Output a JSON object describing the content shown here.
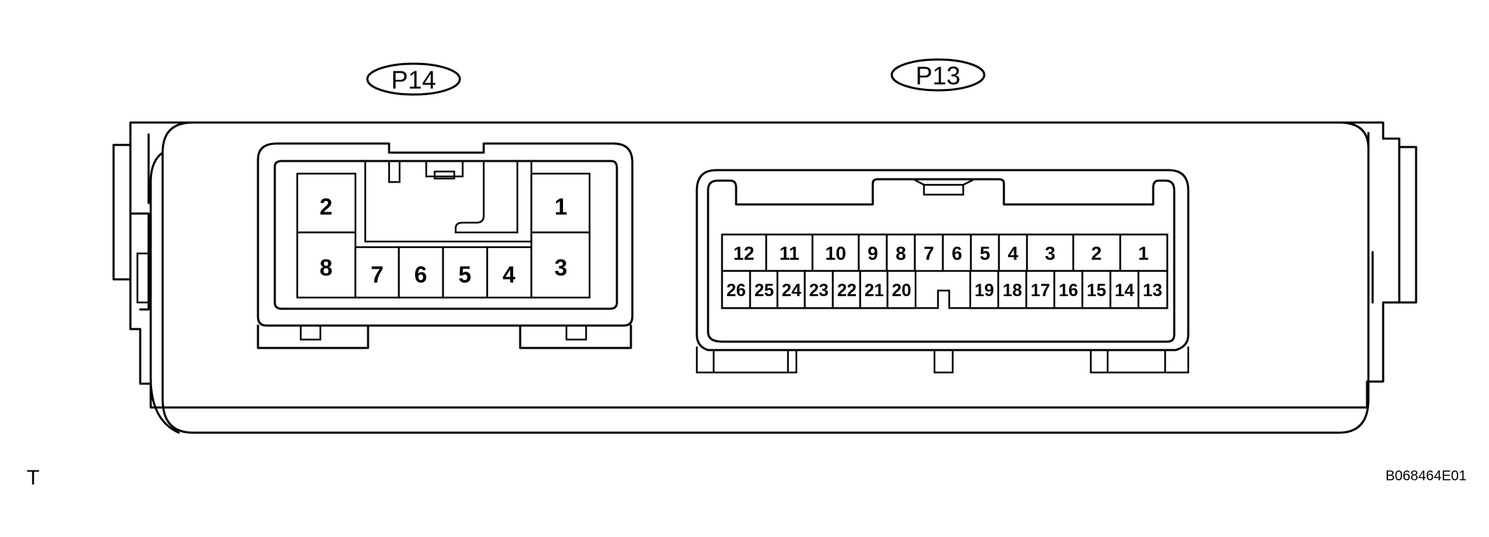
{
  "connectors": [
    {
      "id": "P14",
      "tag": "P14",
      "pins_top": [
        "2",
        "1"
      ],
      "pins_bottom": [
        "8",
        "7",
        "6",
        "5",
        "4",
        "3"
      ]
    },
    {
      "id": "P13",
      "tag": "P13",
      "pins_top": [
        "12",
        "11",
        "10",
        "9",
        "8",
        "7",
        "6",
        "5",
        "4",
        "3",
        "2",
        "1"
      ],
      "pins_bottom": [
        "26",
        "25",
        "24",
        "23",
        "22",
        "21",
        "20",
        "19",
        "18",
        "17",
        "16",
        "15",
        "14",
        "13"
      ]
    }
  ],
  "corner_left": "T",
  "figure_code": "B068464E01"
}
